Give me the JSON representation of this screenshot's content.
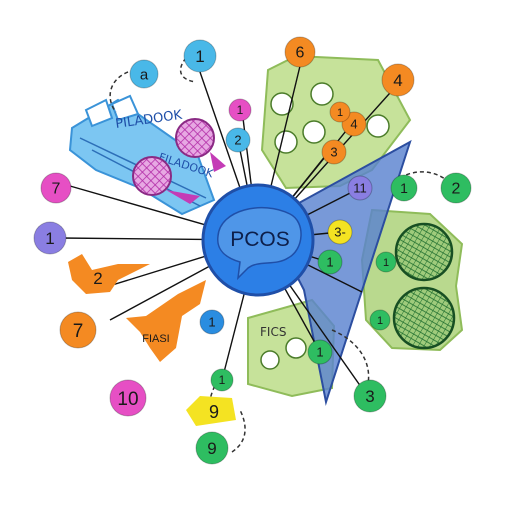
{
  "center": {
    "label": "PCOS"
  },
  "badges": [
    {
      "id": "a",
      "label": "a",
      "color": "#49b8e8"
    },
    {
      "id": "top-1",
      "label": "1",
      "color": "#49b8e8"
    },
    {
      "id": "pink-1",
      "label": "1",
      "color": "#e64fc4"
    },
    {
      "id": "blue-2",
      "label": "2",
      "color": "#49b8e8"
    },
    {
      "id": "pink-7",
      "label": "7",
      "color": "#e64fc4"
    },
    {
      "id": "violet-1",
      "label": "1",
      "color": "#8a7ee2"
    },
    {
      "id": "blue-1",
      "label": "1",
      "color": "#2a8de0"
    },
    {
      "id": "orange-7",
      "label": "7",
      "color": "#f48a22"
    },
    {
      "id": "pink-10",
      "label": "10",
      "color": "#e64fc4"
    },
    {
      "id": "orange-6",
      "label": "6",
      "color": "#f48a22"
    },
    {
      "id": "orange-4a",
      "label": "4",
      "color": "#f48a22"
    },
    {
      "id": "orange-4b",
      "label": "4",
      "color": "#f48a22"
    },
    {
      "id": "orange-3",
      "label": "3",
      "color": "#f48a22"
    },
    {
      "id": "orange-1",
      "label": "1",
      "color": "#f48a22"
    },
    {
      "id": "violet-11",
      "label": "11",
      "color": "#8a7ee2"
    },
    {
      "id": "green-1a",
      "label": "1",
      "color": "#2ebd61"
    },
    {
      "id": "green-2",
      "label": "2",
      "color": "#2ebd61"
    },
    {
      "id": "yellow-3",
      "label": "3-",
      "color": "#f4e322"
    },
    {
      "id": "green-1b",
      "label": "1",
      "color": "#2ebd61"
    },
    {
      "id": "green-1c",
      "label": "1",
      "color": "#2ebd61"
    },
    {
      "id": "green-1d",
      "label": "1",
      "color": "#2ebd61"
    },
    {
      "id": "green-1e",
      "label": "1",
      "color": "#2ebd61"
    },
    {
      "id": "green-3",
      "label": "3",
      "color": "#2ebd61"
    },
    {
      "id": "green-1f",
      "label": "1",
      "color": "#2ebd61"
    },
    {
      "id": "yellow-9",
      "label": "9",
      "color": "#f4e322"
    },
    {
      "id": "green-9",
      "label": "9",
      "color": "#2ebd61"
    }
  ],
  "arrows": [
    {
      "id": "arrow-2",
      "label": "2",
      "color": "#f48a22"
    },
    {
      "id": "arrow-fiasi",
      "label": "FIASI",
      "color": "#f48a22"
    }
  ],
  "panels": [
    {
      "id": "blue-banner",
      "label": "PILADOOK",
      "color": "#5cb6ee"
    },
    {
      "id": "blue-banner-sub",
      "label": "FILADOOK",
      "color": "#5cb6ee"
    },
    {
      "id": "green-panel-low",
      "label": "FICS",
      "color": "#b9d98e"
    }
  ],
  "colors": {
    "center_fill": "#2c7fe6",
    "center_stroke": "#1f4fa8",
    "blob": "#4f96e8",
    "triangle": "#4a74c9",
    "panel_green": "#b9d98e",
    "hatch_green": "#2a8a3c",
    "hatch_magenta": "#c43cb6",
    "line": "#111111"
  }
}
